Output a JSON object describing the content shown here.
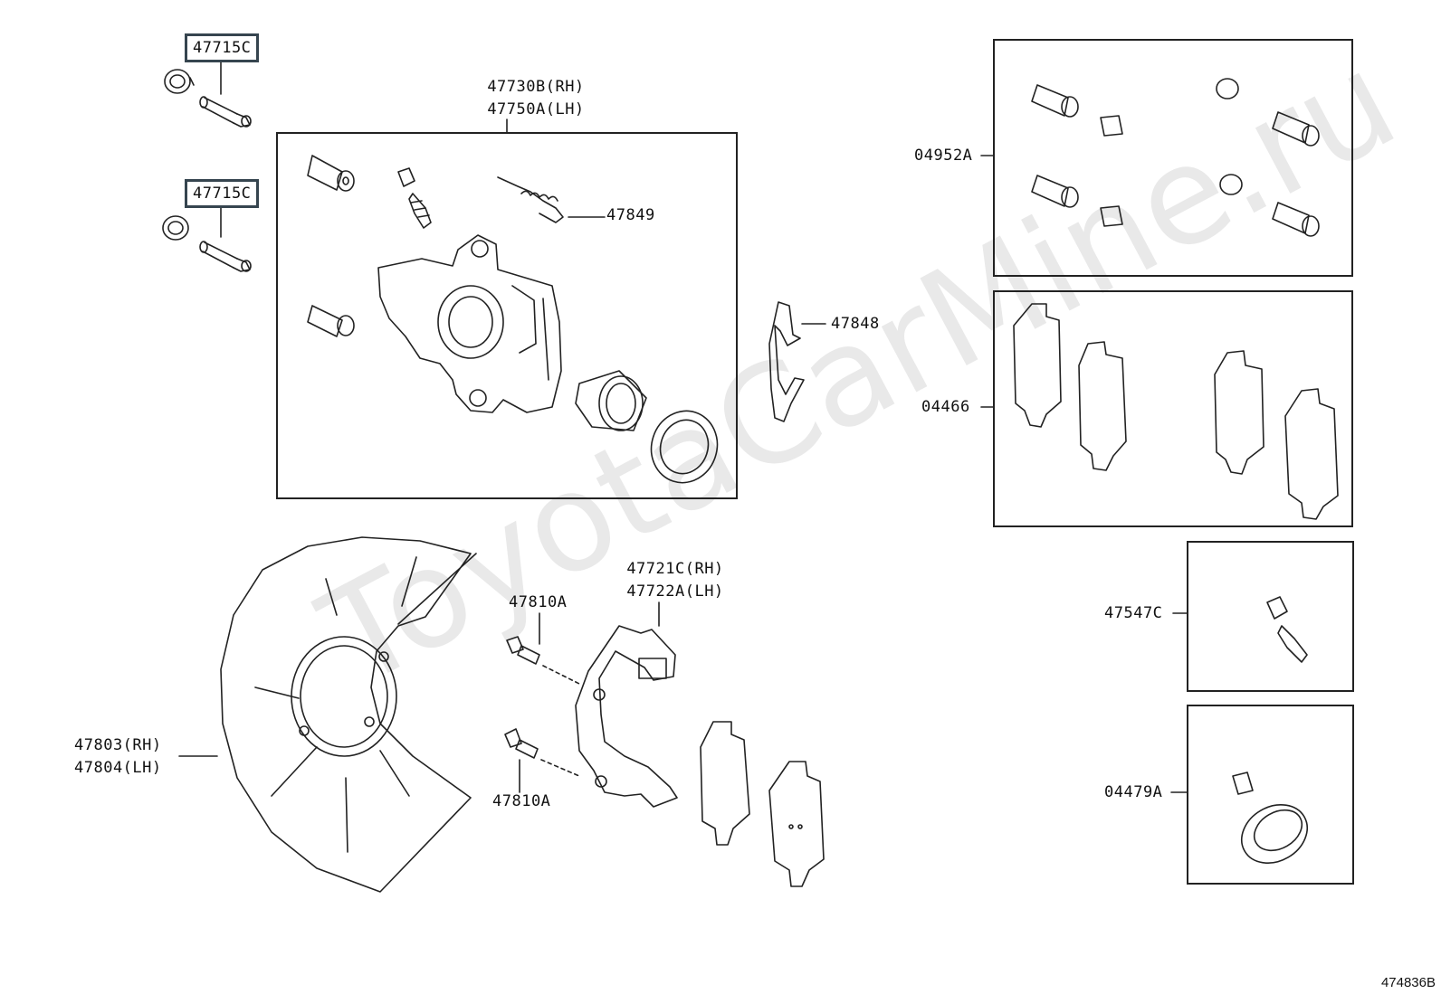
{
  "watermark": "ToyotaCarMine.ru",
  "drawing_code": "474836B",
  "callouts": {
    "pin_kit_top": "47715C",
    "pin_kit_bottom": "47715C",
    "caliper_line1": "47730B(RH)",
    "caliper_line2": "47750A(LH)",
    "spring": "47849",
    "anti_rattle_clip": "47848",
    "boot_kit": "04952A",
    "pad_kit": "04466",
    "bleeder_kit": "47547C",
    "cylinder_kit": "04479A",
    "mounting_line1": "47721C(RH)",
    "mounting_line2": "47722A(LH)",
    "bolt_top": "47810A",
    "bolt_bottom": "47810A",
    "dust_cover_line1": "47803(RH)",
    "dust_cover_line2": "47804(LH)"
  },
  "icons": {
    "highlight_color": "#36454f",
    "line_color": "#222222"
  }
}
